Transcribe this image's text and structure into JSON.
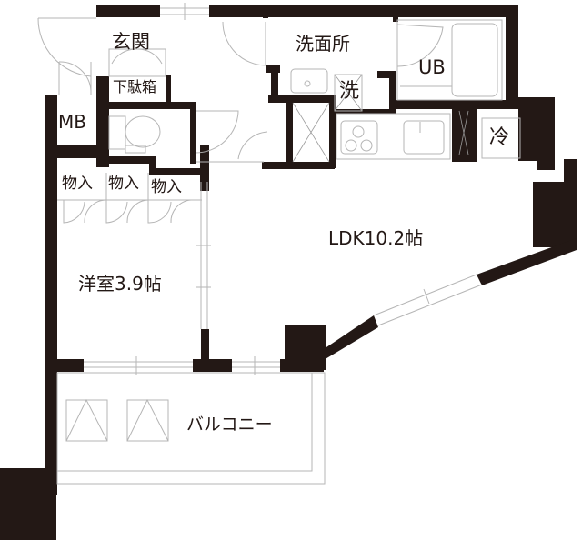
{
  "floor_plan": {
    "rooms": [
      {
        "id": "entrance",
        "label": "玄関"
      },
      {
        "id": "shoe-cabinet",
        "label": "下駄箱"
      },
      {
        "id": "meter-box",
        "label": "MB"
      },
      {
        "id": "washroom",
        "label": "洗面所"
      },
      {
        "id": "washer",
        "label": "洗"
      },
      {
        "id": "unit-bath",
        "label": "UB"
      },
      {
        "id": "fridge",
        "label": "冷"
      },
      {
        "id": "closet-1",
        "label": "物入"
      },
      {
        "id": "closet-2",
        "label": "物入"
      },
      {
        "id": "closet-3",
        "label": "物入"
      },
      {
        "id": "western-room",
        "label": "洋室3.9帖"
      },
      {
        "id": "ldk",
        "label": "LDK10.2帖"
      },
      {
        "id": "balcony",
        "label": "バルコニー"
      }
    ],
    "colors": {
      "wall": "#231815",
      "line": "#b5b5b5",
      "background": "#ffffff"
    }
  }
}
